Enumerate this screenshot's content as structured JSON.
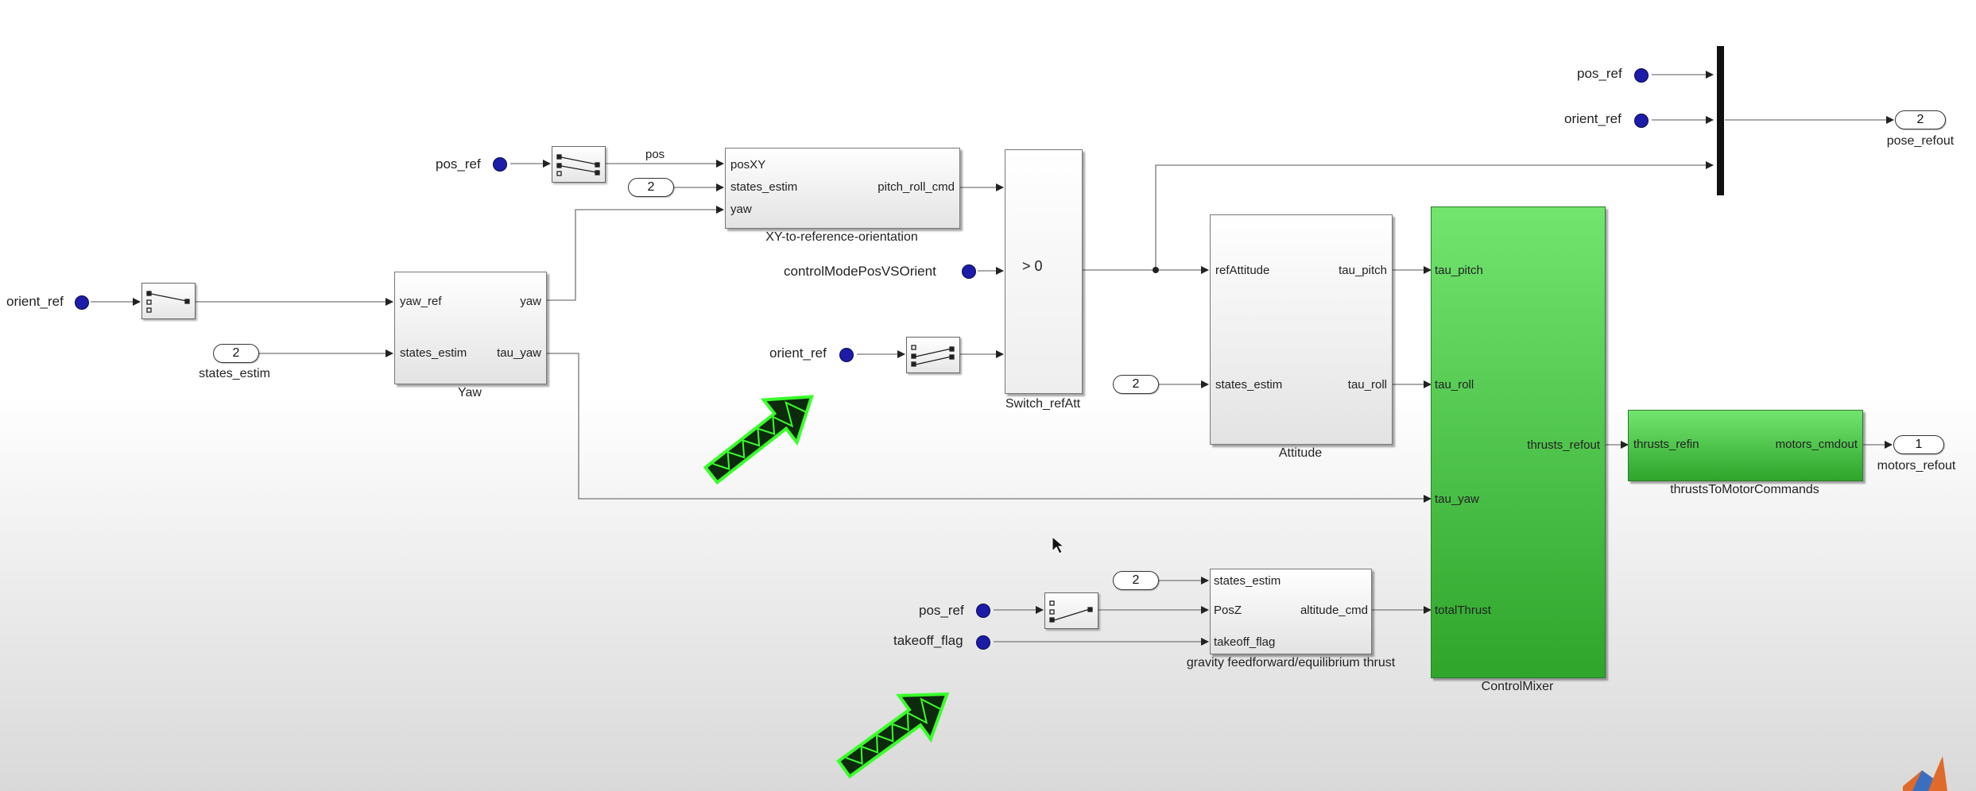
{
  "blocks": {
    "xy": {
      "ports_in": [
        "posXY",
        "states_estim",
        "yaw"
      ],
      "ports_out": [
        "pitch_roll_cmd"
      ],
      "name": "XY-to-reference-orientation"
    },
    "yaw": {
      "ports_in": [
        "yaw_ref",
        "states_estim"
      ],
      "ports_out": [
        "yaw",
        "tau_yaw"
      ],
      "name": "Yaw"
    },
    "switch": {
      "threshold": "> 0",
      "name": "Switch_refAtt"
    },
    "attitude": {
      "ports_in": [
        "refAttitude",
        "states_estim"
      ],
      "ports_out": [
        "tau_pitch",
        "tau_roll"
      ],
      "name": "Attitude"
    },
    "mixer": {
      "ports_in": [
        "tau_pitch",
        "tau_roll",
        "tau_yaw",
        "totalThrust"
      ],
      "ports_out": [
        "thrusts_refout"
      ],
      "name": "ControlMixer"
    },
    "thrusts": {
      "ports_in": [
        "thrusts_refin"
      ],
      "ports_out": [
        "motors_cmdout"
      ],
      "name": "thrustsToMotorCommands"
    },
    "gravity": {
      "ports_in": [
        "states_estim",
        "PosZ",
        "takeoff_flag"
      ],
      "ports_out": [
        "altitude_cmd"
      ],
      "name": "gravity feedforward/equilibrium thrust"
    }
  },
  "tags": {
    "pos_ref_top": "pos_ref",
    "orient_ref_left": "orient_ref",
    "control_mode": "controlModePosVSOrient",
    "orient_ref_mid": "orient_ref",
    "pos_ref_bottom": "pos_ref",
    "takeoff_flag": "takeoff_flag",
    "pos_ref_right": "pos_ref",
    "orient_ref_right": "orient_ref"
  },
  "inports": {
    "states_estim_left": {
      "num": "2",
      "name": "states_estim"
    },
    "xy_states": {
      "num": "2"
    },
    "attitude_states": {
      "num": "2"
    },
    "gravity_states": {
      "num": "2"
    }
  },
  "outports": {
    "pose_refout": {
      "num": "2",
      "name": "pose_refout"
    },
    "motors_refout": {
      "num": "1",
      "name": "motors_refout"
    }
  },
  "signals": {
    "pos": "pos"
  },
  "colors": {
    "tag_dot": "#1c1ca8",
    "subsystem_green": "#3cbf38",
    "annotation_arrow": "#39ff2a"
  }
}
